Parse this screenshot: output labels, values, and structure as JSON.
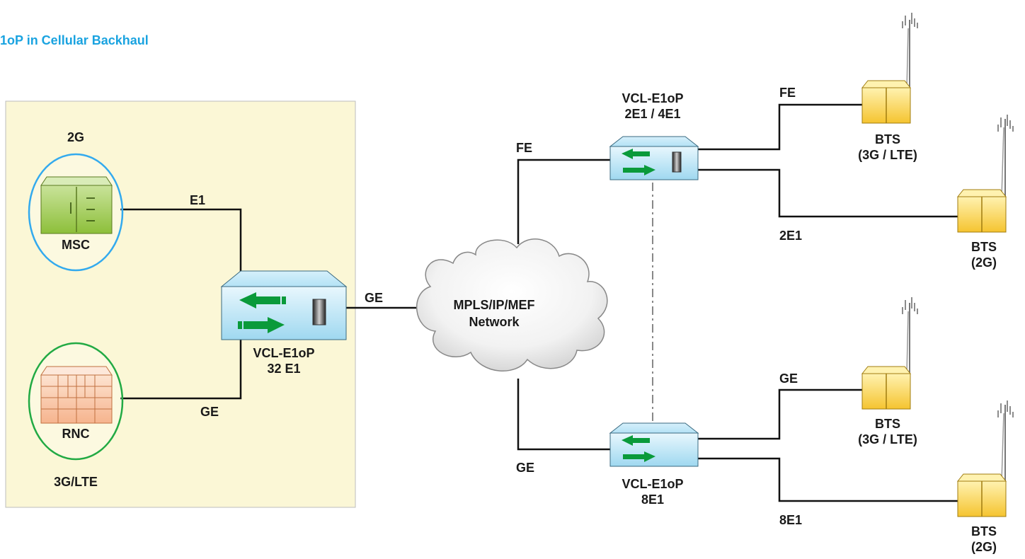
{
  "title": "1oP in Cellular Backhaul",
  "colors": {
    "title": "#1aa3e0",
    "panel": "#fbf7d6",
    "oval_2g": "#33aaee",
    "oval_3g": "#22aa44",
    "arrow": "#0a9a3a"
  },
  "nodes": {
    "msc": {
      "label": "MSC",
      "group": "2G"
    },
    "rnc": {
      "label": "RNC",
      "group": "3G/LTE"
    },
    "e1op_main": {
      "line1": "VCL-E1oP",
      "line2": "32 E1"
    },
    "cloud": {
      "line1": "MPLS/IP/MEF",
      "line2": "Network"
    },
    "e1op_top": {
      "line1": "VCL-E1oP",
      "line2": "2E1 / 4E1"
    },
    "e1op_bottom": {
      "line1": "VCL-E1oP",
      "line2": "8E1"
    },
    "bts_top_lte": {
      "line1": "BTS",
      "line2": "(3G / LTE)"
    },
    "bts_top_2g": {
      "line1": "BTS",
      "line2": "(2G)"
    },
    "bts_bottom_lte": {
      "line1": "BTS",
      "line2": "(3G / LTE)"
    },
    "bts_bottom_2g": {
      "line1": "BTS",
      "line2": "(2G)"
    }
  },
  "links": {
    "msc_e1": "E1",
    "rnc_ge": "GE",
    "main_cloud_ge": "GE",
    "cloud_top_fe": "FE",
    "cloud_bottom_ge": "GE",
    "top_bts_fe": "FE",
    "top_bts_2e1": "2E1",
    "bottom_bts_ge": "GE",
    "bottom_bts_8e1": "8E1"
  }
}
